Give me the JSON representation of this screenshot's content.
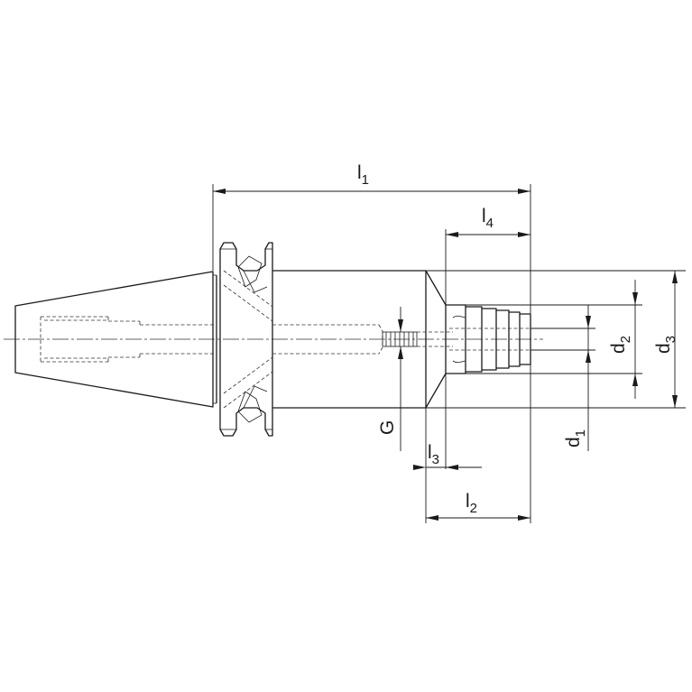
{
  "dimensions": {
    "l1": {
      "main": "l",
      "sub": "1"
    },
    "l4": {
      "main": "l",
      "sub": "4"
    },
    "l3": {
      "main": "l",
      "sub": "3"
    },
    "l2": {
      "main": "l",
      "sub": "2"
    },
    "d1": {
      "main": "d",
      "sub": "1"
    },
    "d2": {
      "main": "d",
      "sub": "2"
    },
    "d3": {
      "main": "d",
      "sub": "3"
    },
    "G": "G"
  }
}
